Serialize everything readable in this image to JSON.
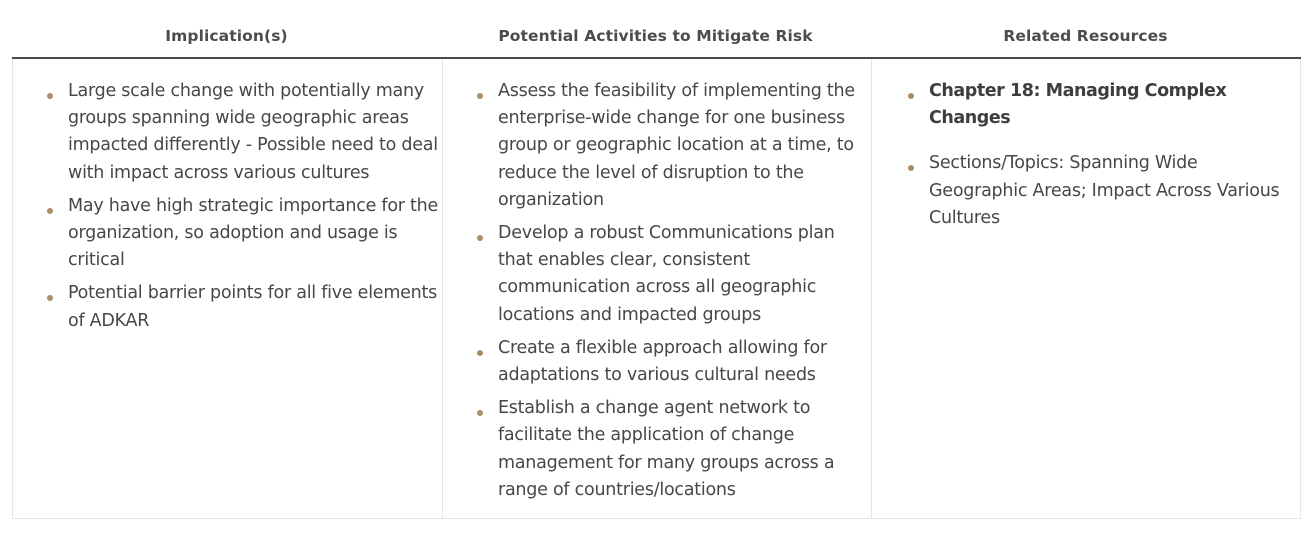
{
  "table": {
    "headers": [
      "Implication(s)",
      "Potential Activities to Mitigate Risk",
      "Related Resources"
    ],
    "implications": [
      "Large scale change with potentially many groups spanning wide geographic areas impacted differently - Possible need to deal with impact across various cultures",
      "May have high strategic importance for the organization, so adoption and usage is critical",
      "Potential barrier points for all five elements of ADKAR"
    ],
    "activities": [
      "Assess the feasibility of implementing the enterprise-wide change for one business group or geographic location at a time, to reduce the level of disruption to the organization",
      "Develop a robust Communications plan that enables clear, consistent communication across all geographic locations and impacted groups",
      "Create a flexible approach allowing for adaptations to various cultural needs",
      "Establish a change agent network to facilitate the application of change management for many groups across a range of countries/locations"
    ],
    "resources": [
      "Chapter 18: Managing Complex Changes",
      "Sections/Topics: Spanning Wide Geographic Areas; Impact Across Various Cultures"
    ]
  },
  "colors": {
    "bullet": "#a88d66",
    "header_rule": "#4a4a4a",
    "border": "#e6e6e6",
    "text": "#474747"
  }
}
